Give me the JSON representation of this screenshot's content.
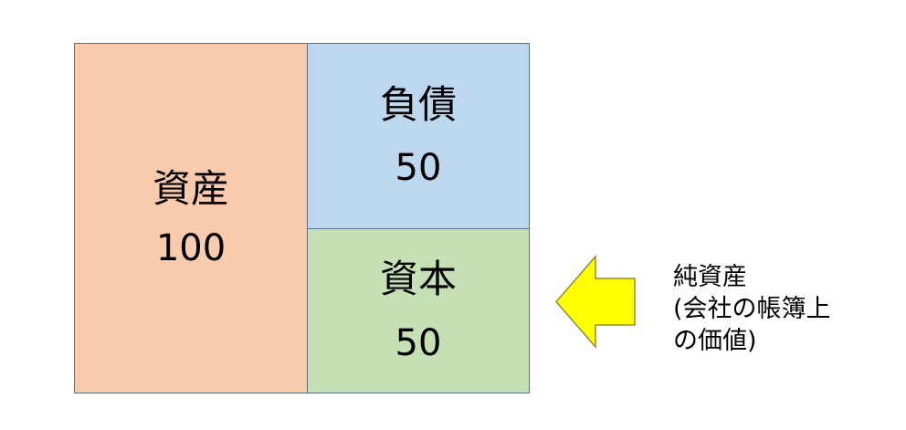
{
  "colors": {
    "assets_fill": "#f8cbad",
    "liabilities_fill": "#bdd7ee",
    "capital_fill": "#c5e0b4",
    "border": "#5a6f8a",
    "arrow_fill": "#ffff00",
    "arrow_stroke": "#8c8c3a"
  },
  "blocks": {
    "assets": {
      "label": "資産",
      "value": "100"
    },
    "liabilities": {
      "label": "負債",
      "value": "50"
    },
    "capital": {
      "label": "資本",
      "value": "50"
    }
  },
  "arrow": {
    "icon": "left-arrow-icon",
    "direction": "left"
  },
  "note": {
    "lines": [
      "純資産",
      "(会社の帳簿上",
      "の価値)"
    ]
  }
}
